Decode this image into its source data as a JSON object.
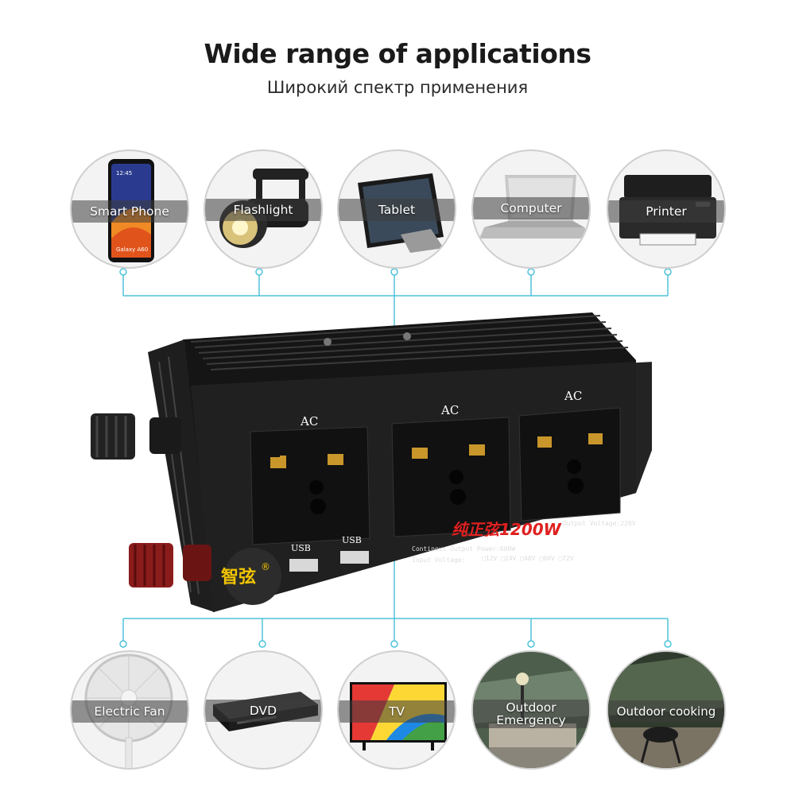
{
  "header": {
    "title": "Wide range of applications",
    "subtitle": "Широкий спектр применения"
  },
  "top_items": [
    {
      "label": "Smart Phone"
    },
    {
      "label": "Flashlight"
    },
    {
      "label": "Tablet"
    },
    {
      "label": "Computer"
    },
    {
      "label": "Printer"
    }
  ],
  "bottom_items": [
    {
      "label": "Electric Fan"
    },
    {
      "label": "DVD"
    },
    {
      "label": "TV"
    },
    {
      "label_line1": "Outdoor",
      "label_line2": "Emergency"
    },
    {
      "label": "Outdoor cooking"
    }
  ],
  "phone_screen": {
    "time": "12:45",
    "model": "Galaxy A60"
  },
  "inverter": {
    "socket_label": "AC",
    "usb_label": "USB",
    "brand": "智弦",
    "brand_mark": "®",
    "model": "纯正弦1200W",
    "spec_output_voltage": "Output Voltage:220V",
    "spec_continuous_power": "Continous Output Power:600W",
    "spec_voltage_options": "□12V □24V □48V □60V □72V",
    "spec_input_voltage": "Input Voltage:"
  },
  "colors": {
    "connector": "#4fc3d9",
    "inverter_body": "#1b1b1b",
    "terminal_red": "#8a1c1c",
    "model_text": "#e02020",
    "brand_text": "#f2c400"
  }
}
